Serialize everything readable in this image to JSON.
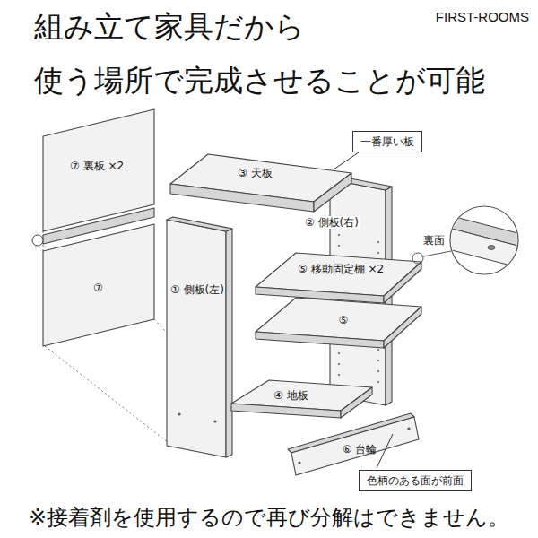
{
  "diagram": {
    "title": "組み立て家具だから 使う場所で完成させることが可能",
    "caption": "※接着剤を使用するので再び分解はできません。",
    "nodes": [
      {
        "text": [
          "一番厚い板"
        ]
      },
      {
        "text": [
          "色柄のある面が前面"
        ]
      }
    ],
    "labels": [
      "FIRST-ROOMS",
      "⑦ 裏板 ×2",
      "③ 天板",
      "② 側板(右)",
      "⑤ 移動固定棚 ×2",
      "裏面",
      "⑦",
      "① 側板(左)",
      "⑤",
      "④ 地板",
      "⑥ 台輪"
    ]
  }
}
